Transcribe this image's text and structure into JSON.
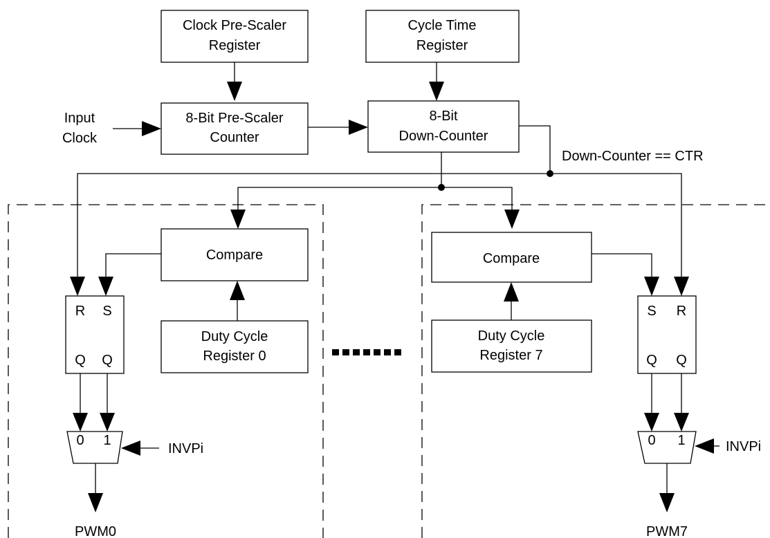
{
  "blocks": {
    "clock_prescaler_register": [
      "Clock Pre-Scaler",
      "Register"
    ],
    "cycle_time_register": [
      "Cycle Time",
      "Register"
    ],
    "prescaler_counter": [
      "8-Bit Pre-Scaler",
      "Counter"
    ],
    "down_counter": [
      "8-Bit",
      "Down-Counter"
    ],
    "compare_0": "Compare",
    "compare_7": "Compare",
    "duty_cycle_register_0": [
      "Duty Cycle",
      "Register 0"
    ],
    "duty_cycle_register_7": [
      "Duty Cycle",
      "Register 7"
    ]
  },
  "labels": {
    "input_clock": [
      "Input",
      "Clock"
    ],
    "down_counter_eq_ctr": "Down-Counter == CTR",
    "invp_left": "INVPi",
    "invp_right": "INVPi",
    "pwm0": "PWM0",
    "pwm7": "PWM7"
  },
  "flipflop_left": {
    "top_left": "R",
    "top_right": "S",
    "bottom_left": "Q",
    "bottom_right": "Q"
  },
  "flipflop_right": {
    "top_left": "S",
    "top_right": "R",
    "bottom_left": "Q",
    "bottom_right": "Q"
  },
  "mux_left": {
    "in0": "0",
    "in1": "1"
  },
  "mux_right": {
    "in0": "0",
    "in1": "1"
  }
}
